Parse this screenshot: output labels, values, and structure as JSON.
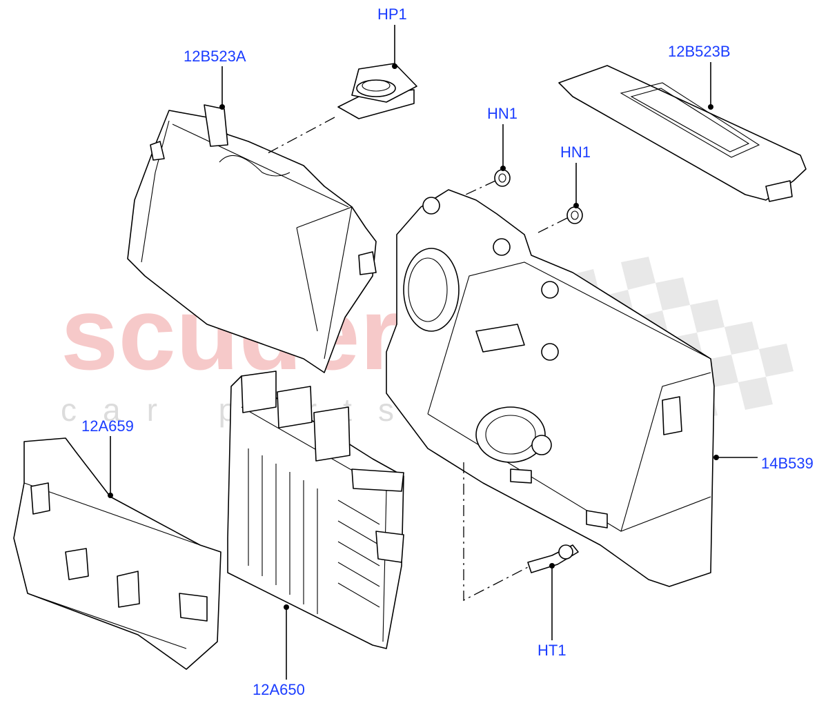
{
  "watermark": {
    "brand": "scuderia",
    "tagline": "car parts"
  },
  "callouts": [
    {
      "id": "hp1",
      "text": "HP1"
    },
    {
      "id": "c12b523a",
      "text": "12B523A"
    },
    {
      "id": "c12b523b",
      "text": "12B523B"
    },
    {
      "id": "hn1a",
      "text": "HN1"
    },
    {
      "id": "hn1b",
      "text": "HN1"
    },
    {
      "id": "c12a659",
      "text": "12A659"
    },
    {
      "id": "c14b539",
      "text": "14B539"
    },
    {
      "id": "ht1",
      "text": "HT1"
    },
    {
      "id": "c12a650",
      "text": "12A650"
    }
  ],
  "colors": {
    "callout": "#1a3cff",
    "linework": "#000000",
    "watermark_text": "#f6c9c9",
    "watermark_checker": "#e6e6e6"
  }
}
